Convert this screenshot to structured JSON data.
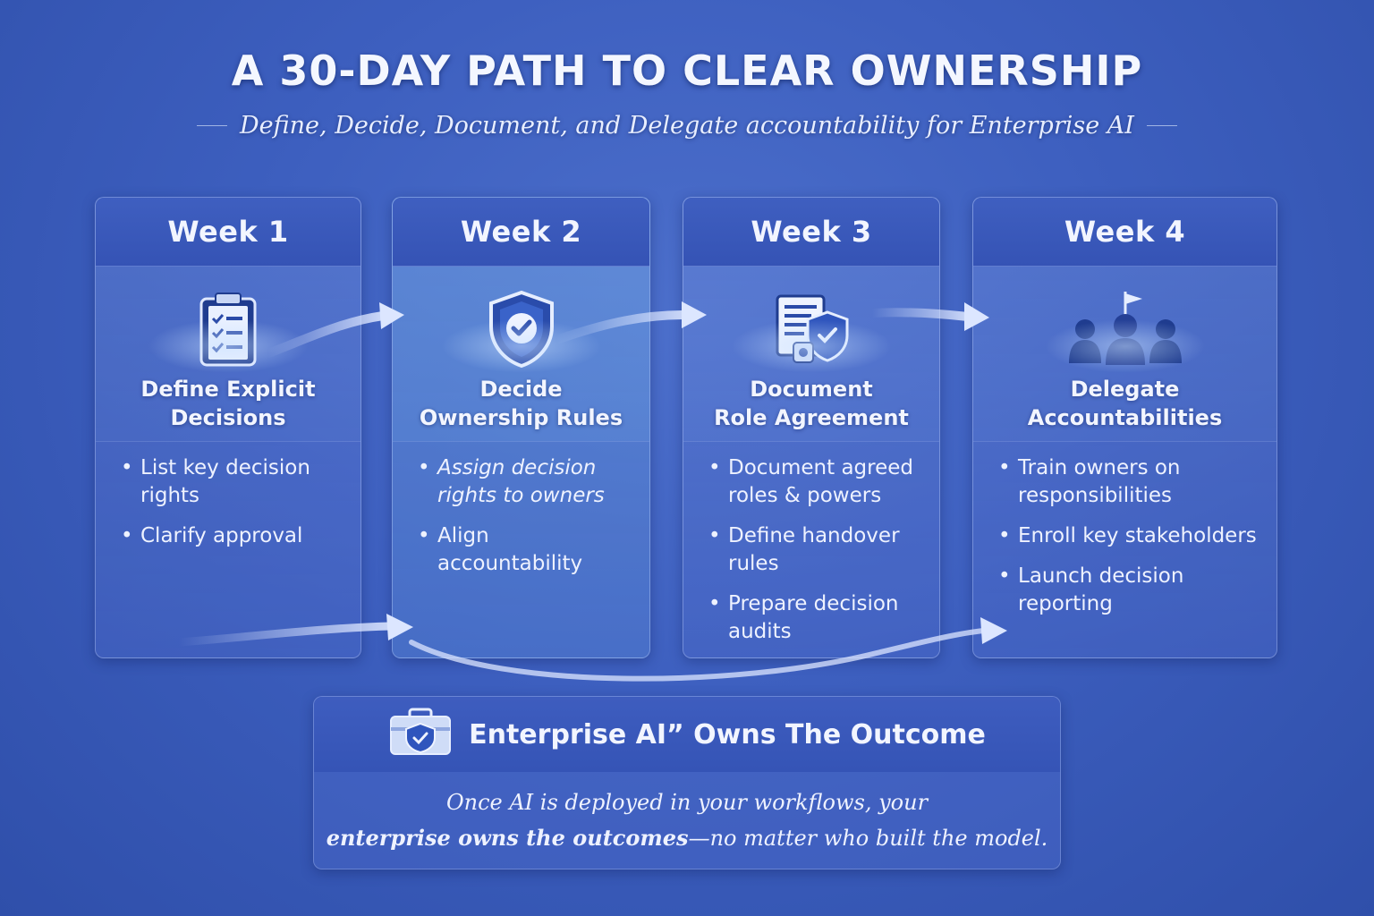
{
  "title": "A 30-DAY PATH TO CLEAR OWNERSHIP",
  "subtitle": "Define, Decide, Document, and Delegate accountability for Enterprise AI",
  "weeks": [
    {
      "label": "Week 1",
      "icon": "clipboard-checklist-icon",
      "title_line1": "Define Explicit",
      "title_line2": "Decisions",
      "bullets": [
        "List key decision rights",
        "Clarify approval"
      ]
    },
    {
      "label": "Week 2",
      "icon": "shield-check-icon",
      "title_line1": "Decide",
      "title_line2": "Ownership Rules",
      "bullets": [
        "Assign decision rights to owners",
        "Align accountability"
      ]
    },
    {
      "label": "Week 3",
      "icon": "document-shield-icon",
      "title_line1": "Document",
      "title_line2": "Role Agreement",
      "bullets": [
        "Document agreed roles & powers",
        "Define handover rules",
        "Prepare decision audits"
      ]
    },
    {
      "label": "Week 4",
      "icon": "team-flag-icon",
      "title_line1": "Delegate",
      "title_line2": "Accountabilities",
      "bullets": [
        "Train owners on responsibilities",
        "Enroll key stakeholders",
        "Launch decision reporting"
      ]
    }
  ],
  "outcome": {
    "icon": "briefcase-check-icon",
    "title": "Enterprise AI” Owns The Outcome",
    "text_line1": "Once AI is deployed in your workflows, your",
    "text_bold": "enterprise owns the outcomes",
    "text_rest": "—no matter who built the model."
  },
  "colors": {
    "background": "#3d5fbf",
    "card_header": "#3a59bb",
    "text": "#f2f5ff",
    "arrow": "#dce6ff"
  }
}
